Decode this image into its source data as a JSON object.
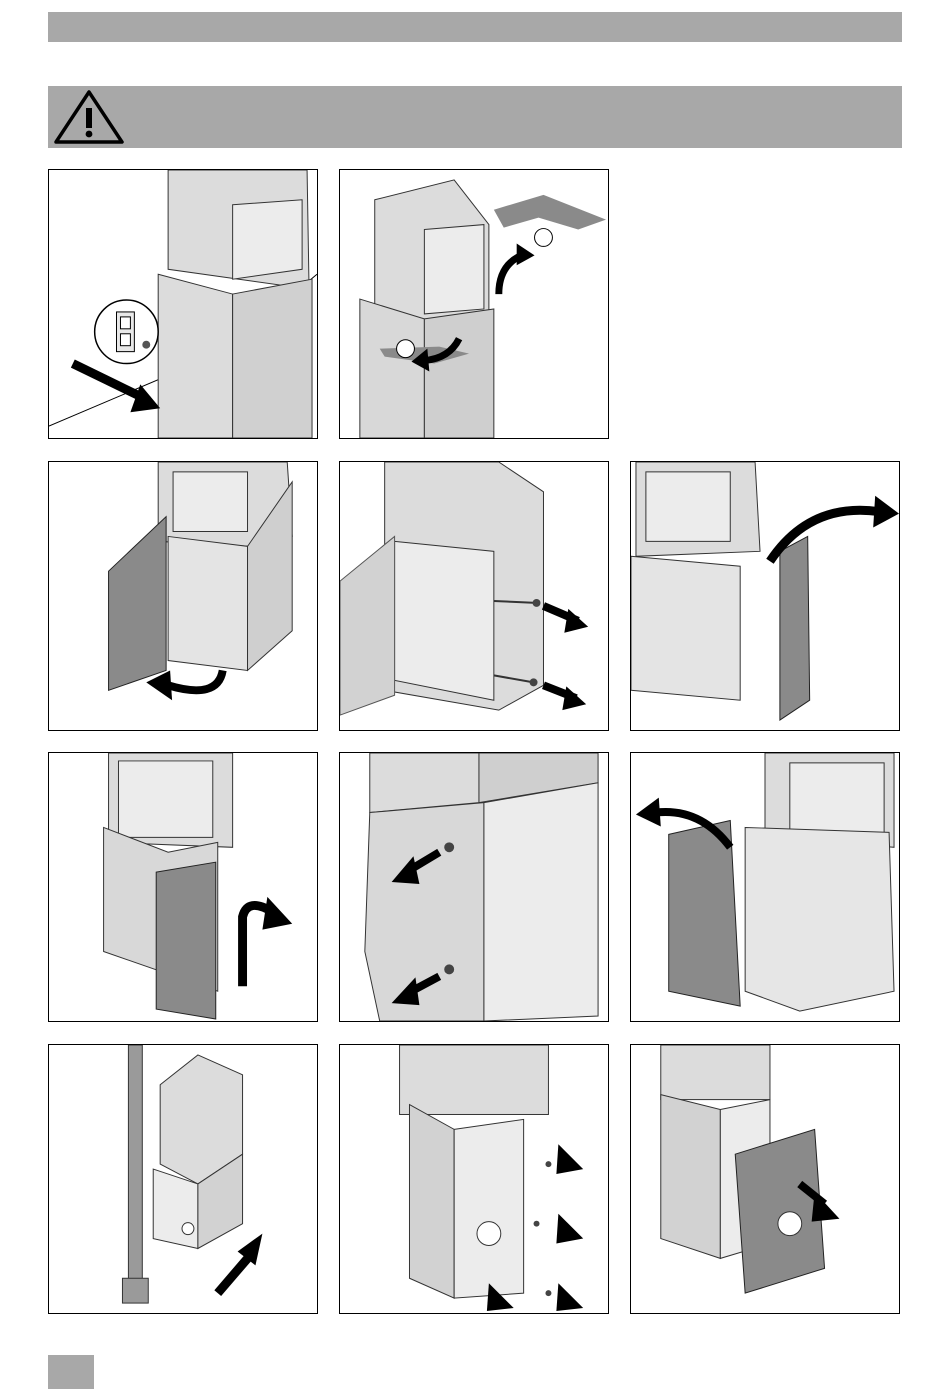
{
  "colors": {
    "header_gray": "#a8a8a8",
    "stove_light": "#dcdcdc",
    "stove_mid": "#c4c4c4",
    "panel_dark": "#8a8a8a",
    "arrow": "#000000"
  },
  "icons": {
    "warning": "warning-triangle-icon"
  },
  "panels": [
    {
      "id": "step-1",
      "callout_1": "",
      "callout_2": ""
    },
    {
      "id": "step-2",
      "callout_1": "",
      "callout_2": ""
    },
    {
      "id": "step-3"
    },
    {
      "id": "step-4"
    },
    {
      "id": "step-5"
    },
    {
      "id": "step-6"
    },
    {
      "id": "step-7"
    },
    {
      "id": "step-8"
    },
    {
      "id": "step-9"
    },
    {
      "id": "step-10"
    },
    {
      "id": "step-11"
    }
  ]
}
